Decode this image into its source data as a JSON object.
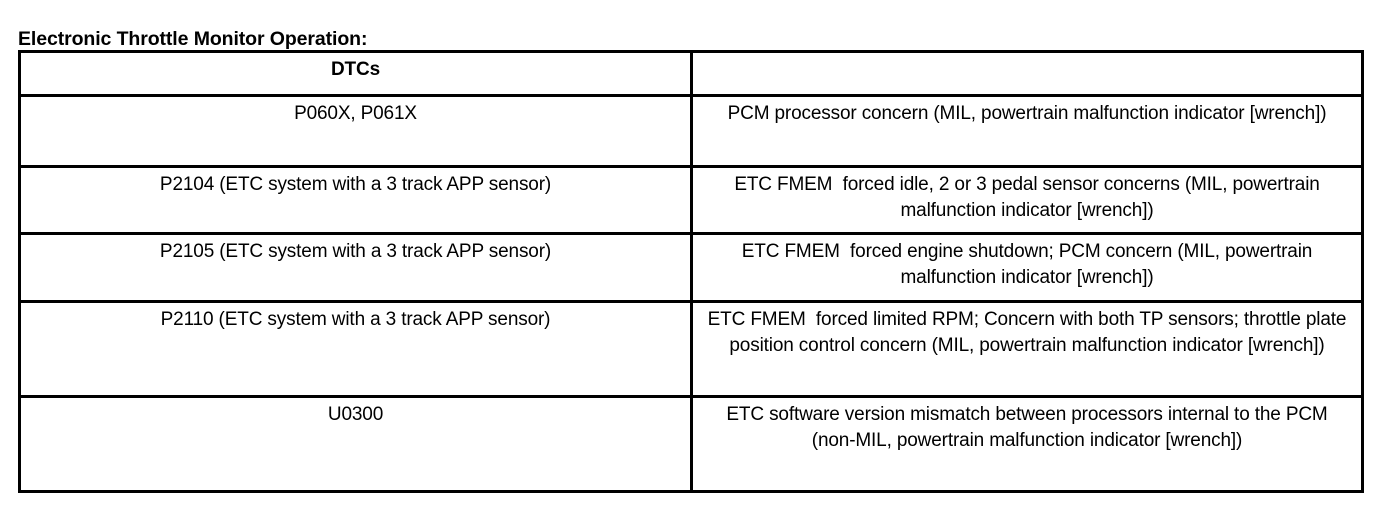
{
  "document": {
    "title": "Electronic Throttle Monitor Operation:"
  },
  "table": {
    "headers": {
      "dtcs": "DTCs",
      "description": ""
    },
    "rows": [
      {
        "dtcs": "P060X, P061X",
        "description": "PCM processor concern (MIL, powertrain malfunction indicator [wrench])"
      },
      {
        "dtcs": "P2104 (ETC system with a 3 track APP sensor)",
        "description": "ETC FMEM  forced idle, 2 or 3 pedal sensor concerns (MIL, powertrain malfunction indicator [wrench])"
      },
      {
        "dtcs": "P2105 (ETC system with a 3 track APP sensor)",
        "description": "ETC FMEM  forced engine shutdown; PCM concern (MIL, powertrain malfunction indicator [wrench])"
      },
      {
        "dtcs": "P2110 (ETC system with a 3 track APP sensor)",
        "description": "ETC FMEM  forced limited RPM; Concern with both TP sensors; throttle plate position control concern (MIL, powertrain malfunction indicator [wrench])"
      },
      {
        "dtcs": "U0300",
        "description": "ETC software version mismatch between processors internal to the PCM (non-MIL, powertrain malfunction indicator [wrench])"
      }
    ]
  },
  "colors": {
    "text": "#000000",
    "background": "#ffffff",
    "border": "#000000"
  }
}
